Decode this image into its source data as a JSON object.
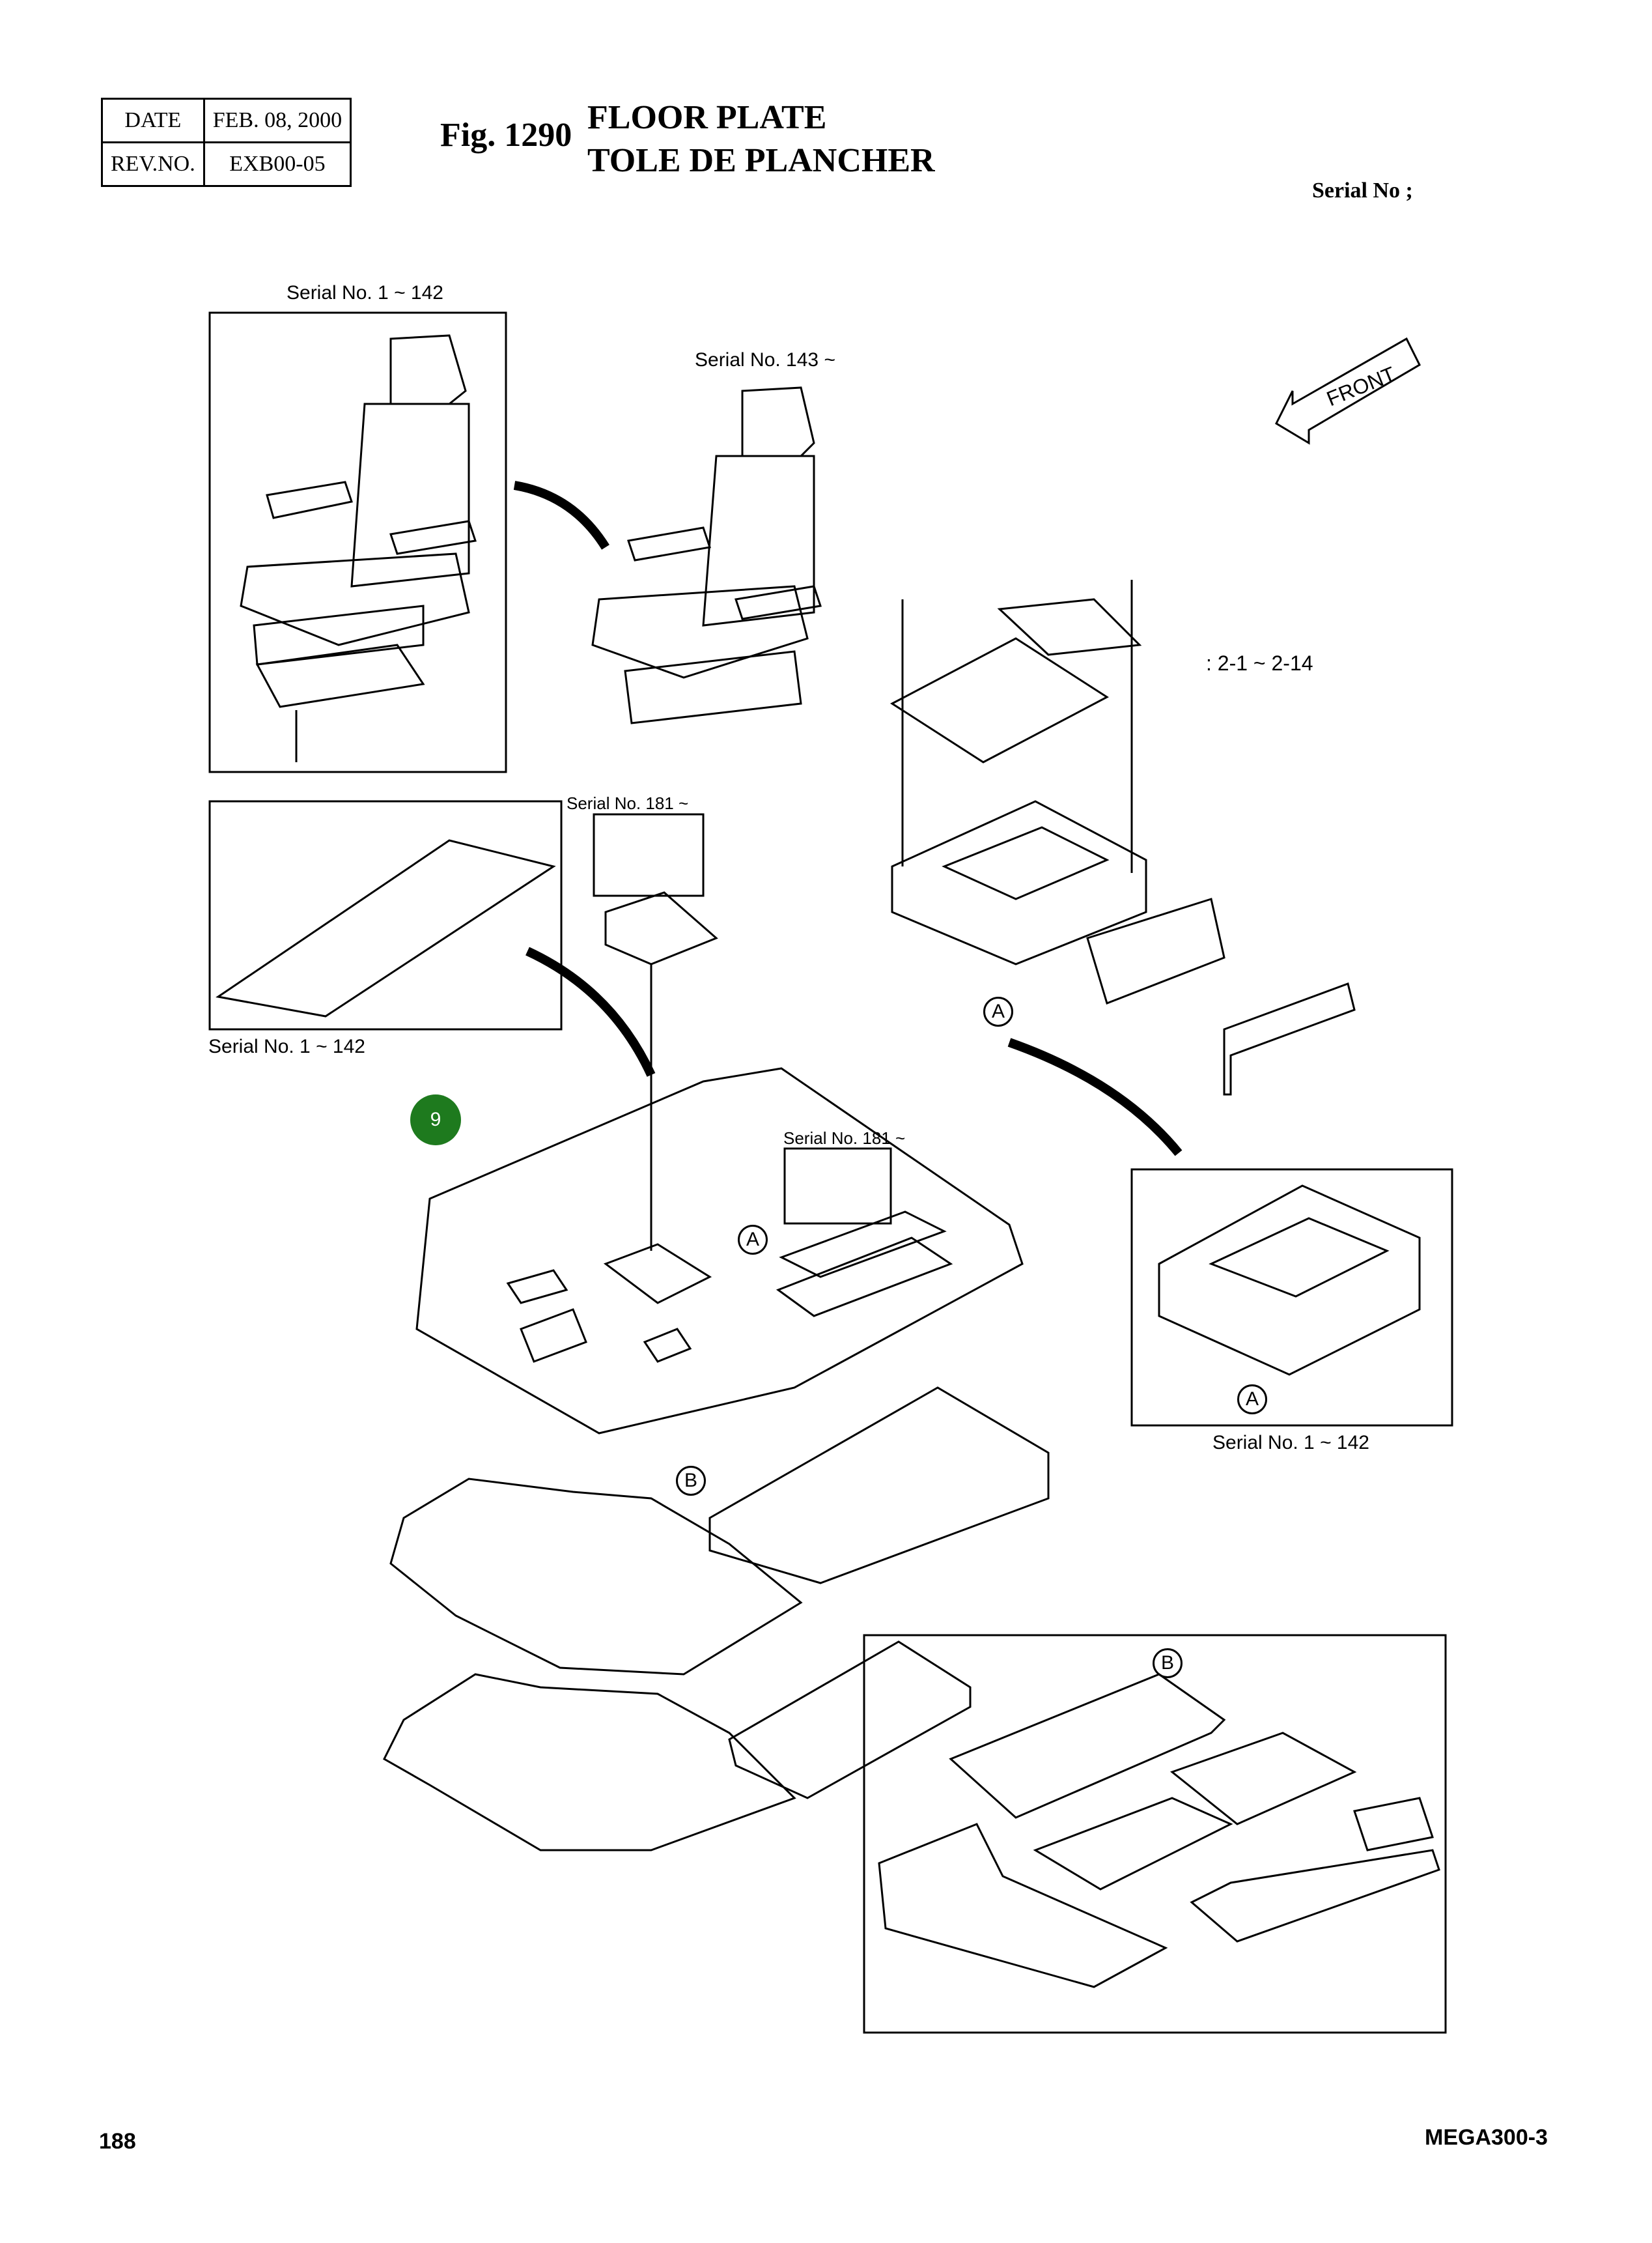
{
  "header": {
    "date_label": "DATE",
    "date_value": "FEB. 08, 2000",
    "rev_label": "REV.NO.",
    "rev_value": "EXB00-05",
    "fig_number": "Fig. 1290",
    "title_en": "FLOOR PLATE",
    "title_fr": "TOLE DE PLANCHER",
    "serial_no": "Serial No ;"
  },
  "labels": {
    "seat_old": "Serial No. 1 ~ 142",
    "seat_new": "Serial No. 143 ~",
    "front": "FRONT",
    "ref_group": ": 2-1 ~ 2-14",
    "serial_181_top": "Serial No. 181 ~",
    "floor_old": "Serial No. 1 ~ 142",
    "serial_181_mid": "Serial No. 181 ~",
    "box_old": "Serial No. 1 ~ 142",
    "ref_a1": "A",
    "ref_a2": "A",
    "ref_a3": "A",
    "ref_b1": "B",
    "ref_b2": "B"
  },
  "callout": {
    "number": "9",
    "color": "#1e7a1e"
  },
  "footer": {
    "page": "188",
    "model": "MEGA300-3"
  }
}
